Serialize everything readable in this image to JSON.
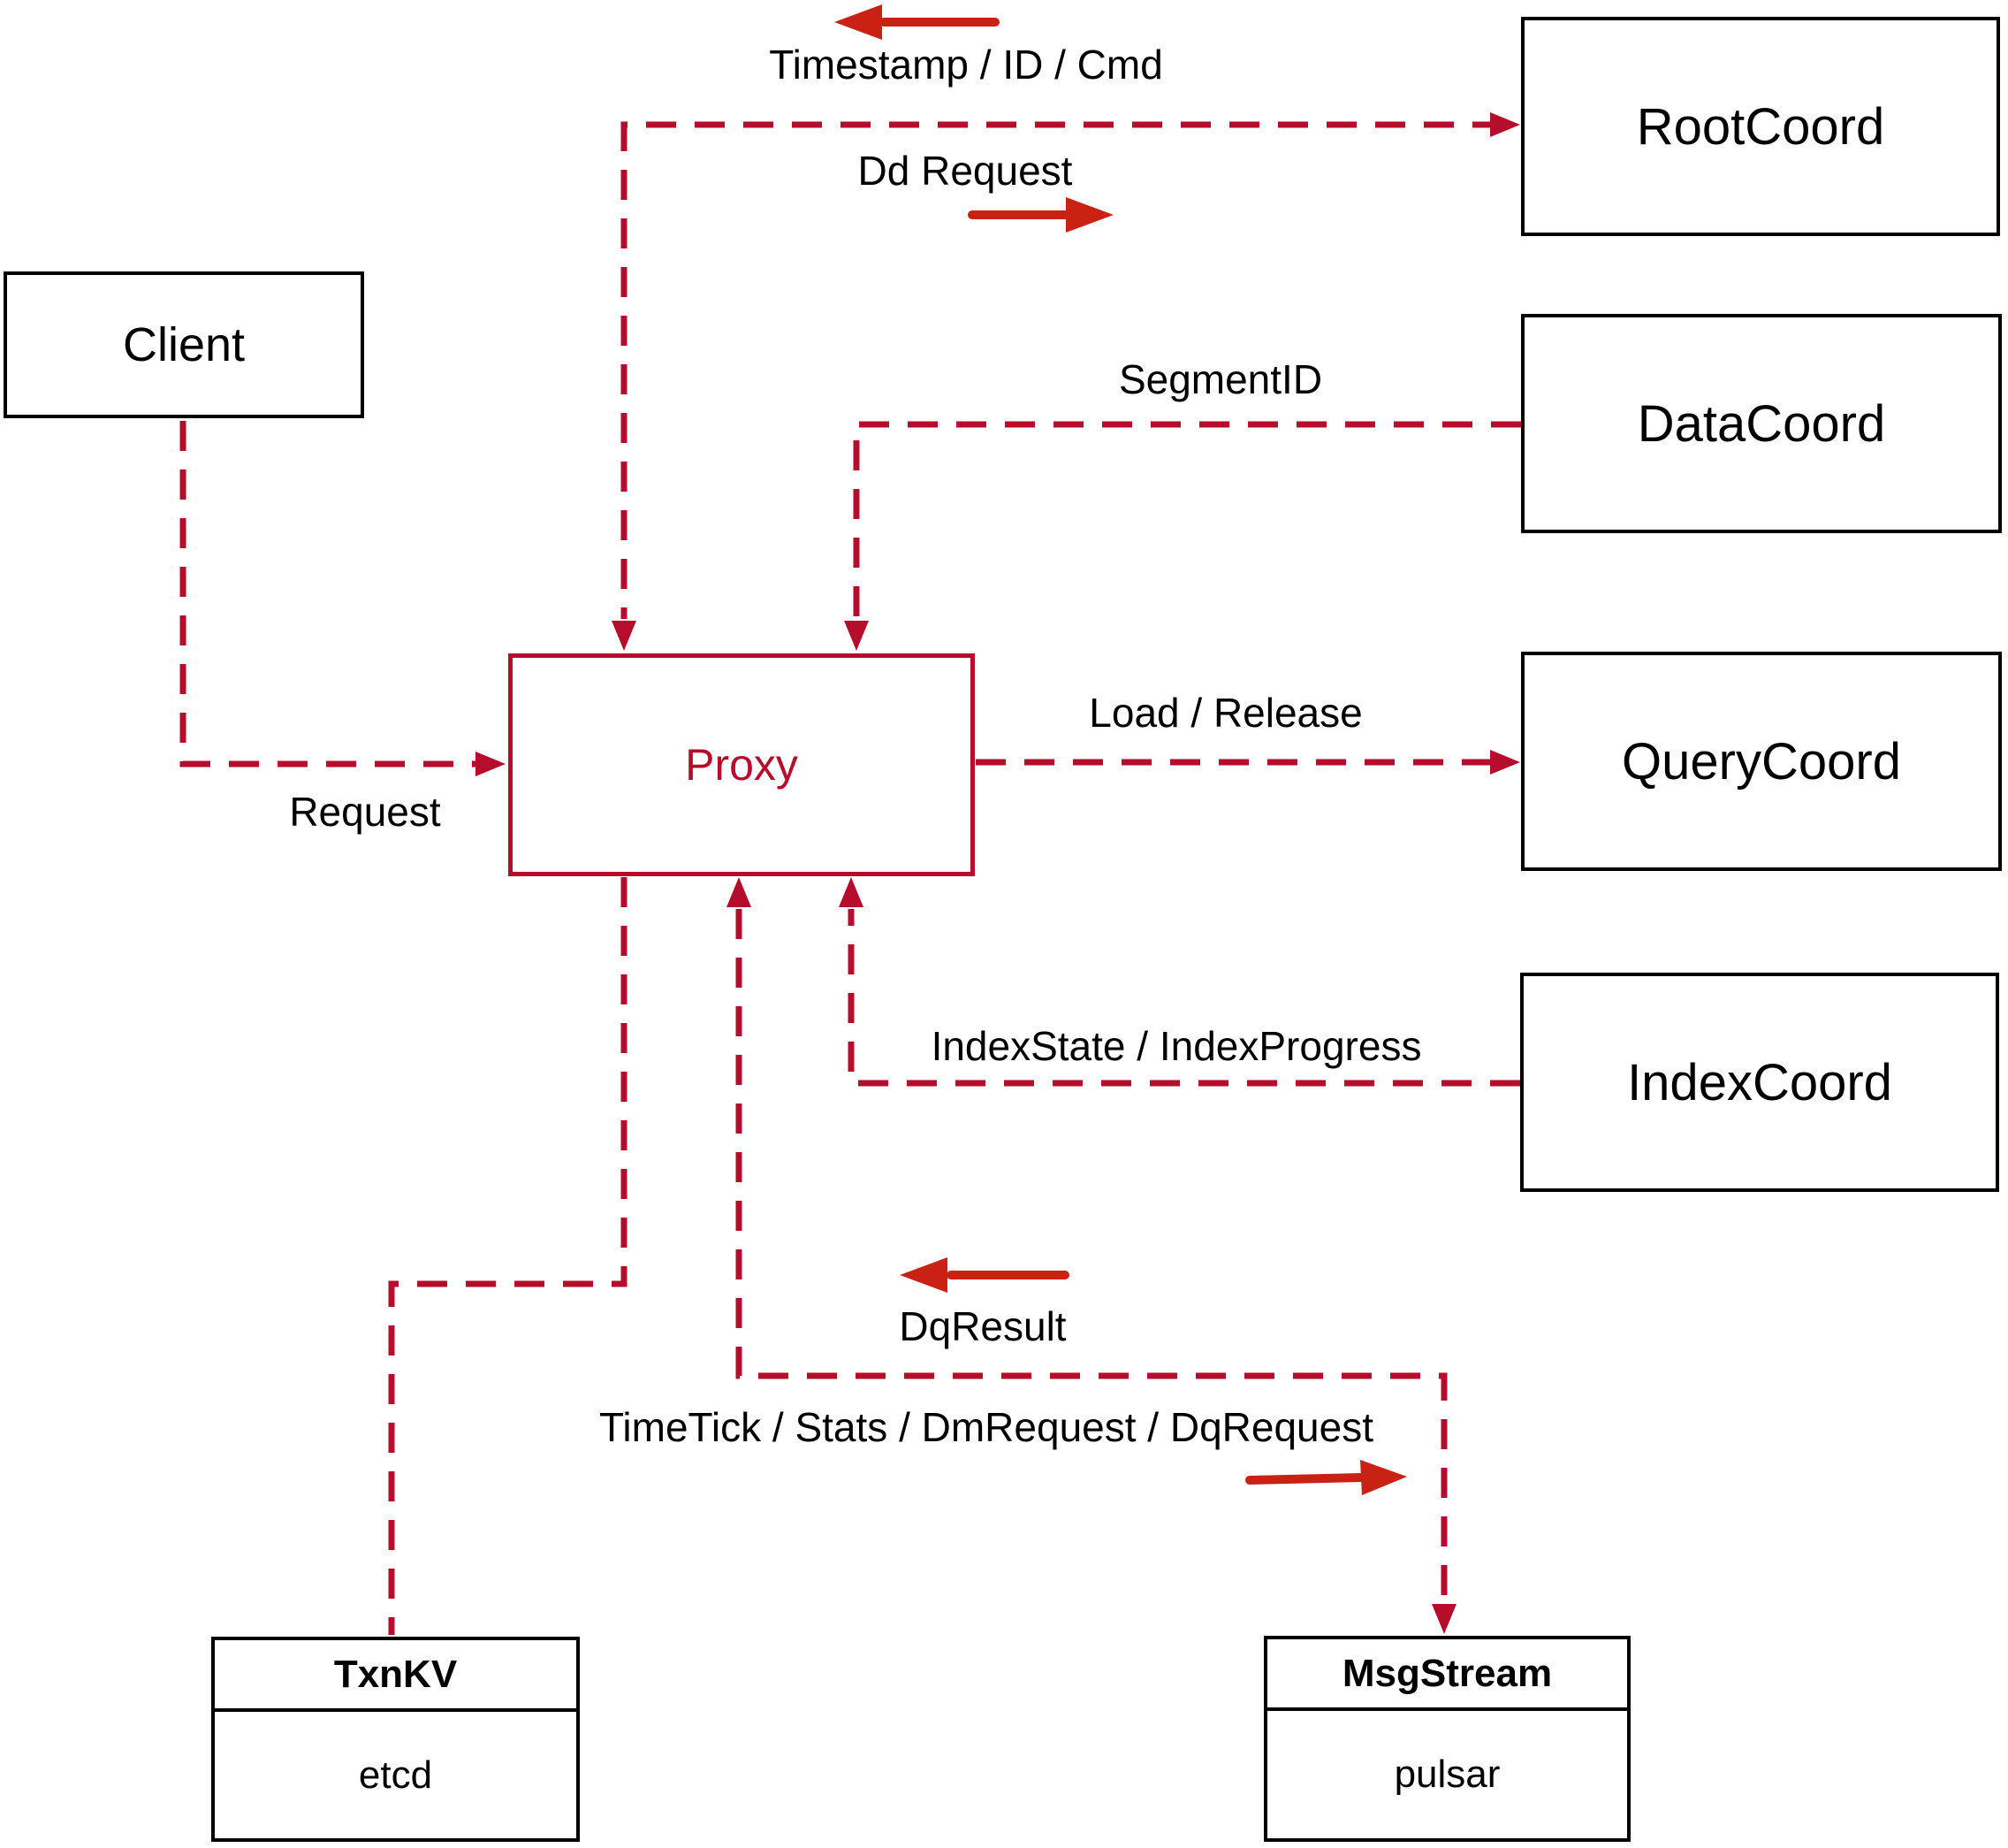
{
  "nodes": {
    "client": {
      "label": "Client"
    },
    "proxy": {
      "label": "Proxy"
    },
    "rootcoord": {
      "label": "RootCoord"
    },
    "datacoord": {
      "label": "DataCoord"
    },
    "querycoord": {
      "label": "QueryCoord"
    },
    "indexcoord": {
      "label": "IndexCoord"
    },
    "txnkv": {
      "title": "TxnKV",
      "subtitle": "etcd"
    },
    "msgstream": {
      "title": "MsgStream",
      "subtitle": "pulsar"
    }
  },
  "edge_labels": {
    "timestamp_id_cmd": "Timestamp / ID / Cmd",
    "dd_request": "Dd Request",
    "segment_id": "SegmentID",
    "load_release": "Load / Release",
    "index_state": "IndexState / IndexProgress",
    "dq_result": "DqResult",
    "timetick": "TimeTick / Stats / DmRequest / DqRequest",
    "request": "Request"
  },
  "colors": {
    "dashed_line_crimson": "#b70d2c",
    "solid_arrow_red": "#c92114",
    "box_border_black": "#000000",
    "text_black": "#000000",
    "background": "#ffffff"
  }
}
